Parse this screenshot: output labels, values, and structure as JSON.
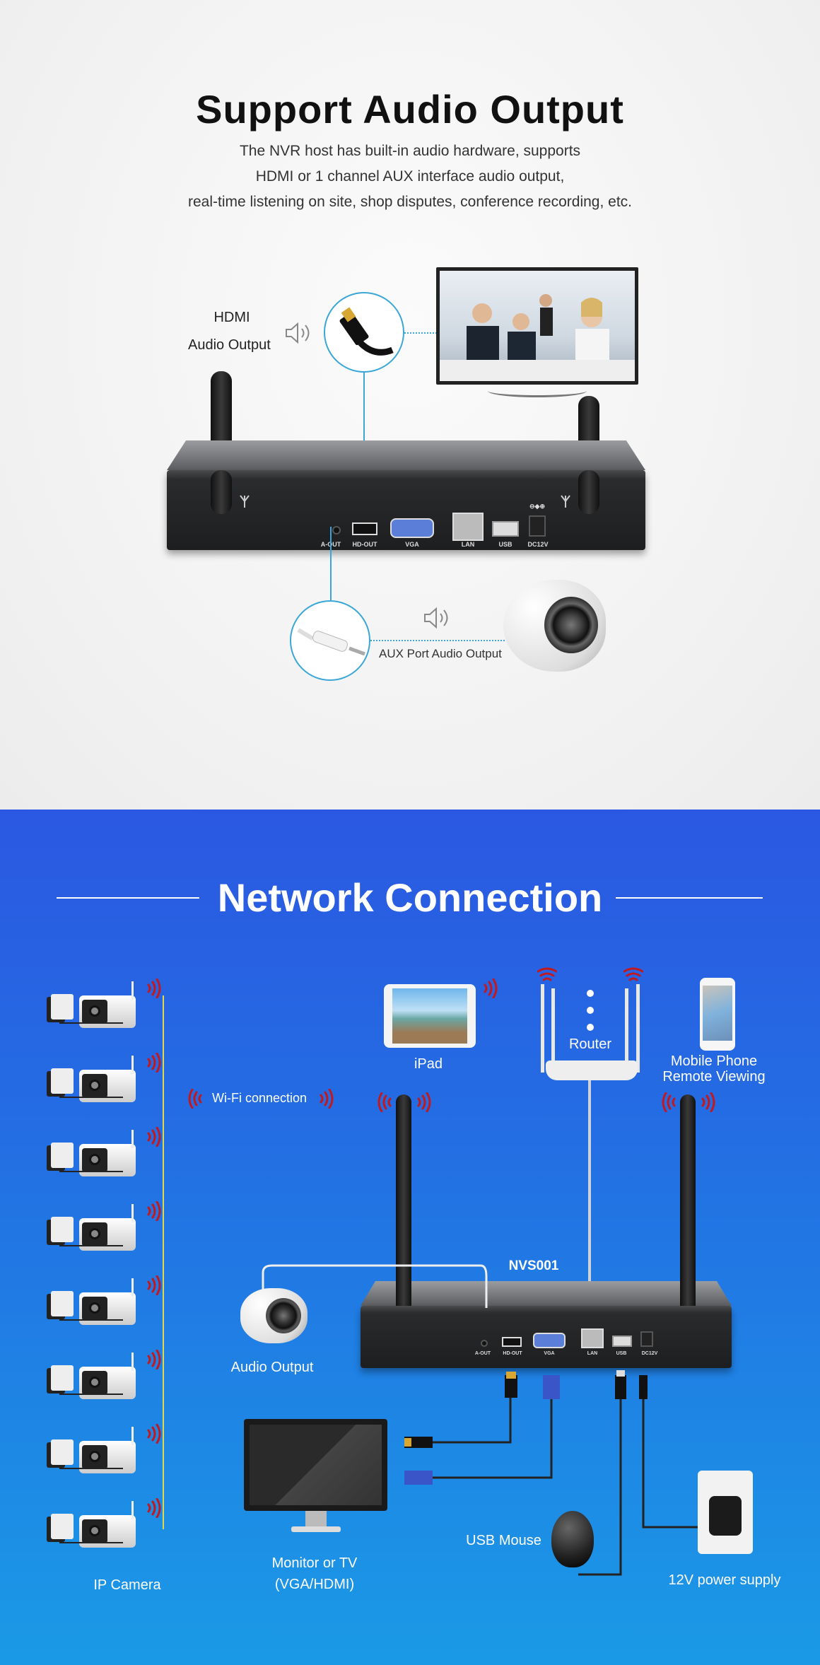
{
  "audio_section": {
    "title": "Support Audio Output",
    "subtitle_lines": [
      "The NVR host has built-in audio hardware, supports",
      "HDMI or 1 channel AUX interface audio output,",
      "real-time listening on site, shop disputes, conference recording, etc."
    ],
    "hdmi_label_line1": "HDMI",
    "hdmi_label_line2": "Audio Output",
    "aux_label": "AUX Port Audio Output",
    "ports": [
      "A-OUT",
      "HD-OUT",
      "VGA",
      "LAN",
      "USB",
      "DC12V"
    ],
    "power_symbol": "⊖◆⊕",
    "accent_color": "#3ba7d6"
  },
  "network_section": {
    "title": "Network Connection",
    "wifi_label": "Wi-Fi connection",
    "ipad_label": "iPad",
    "router_label": "Router",
    "phone_label_line1": "Mobile Phone",
    "phone_label_line2": "Remote Viewing",
    "nvr_label": "NVS001",
    "ports": [
      "A-OUT",
      "HD-OUT",
      "VGA",
      "LAN",
      "USB",
      "DC12V"
    ],
    "audio_label": "Audio Output",
    "monitor_label_line1": "Monitor or TV",
    "monitor_label_line2": "(VGA/HDMI)",
    "mouse_label": "USB Mouse",
    "power_label": "12V power supply",
    "camera_label": "IP Camera",
    "camera_count": 8,
    "wifi_color": "#c0191f",
    "bg_top": "#2b58e2",
    "bg_bottom": "#1a9ae6"
  }
}
